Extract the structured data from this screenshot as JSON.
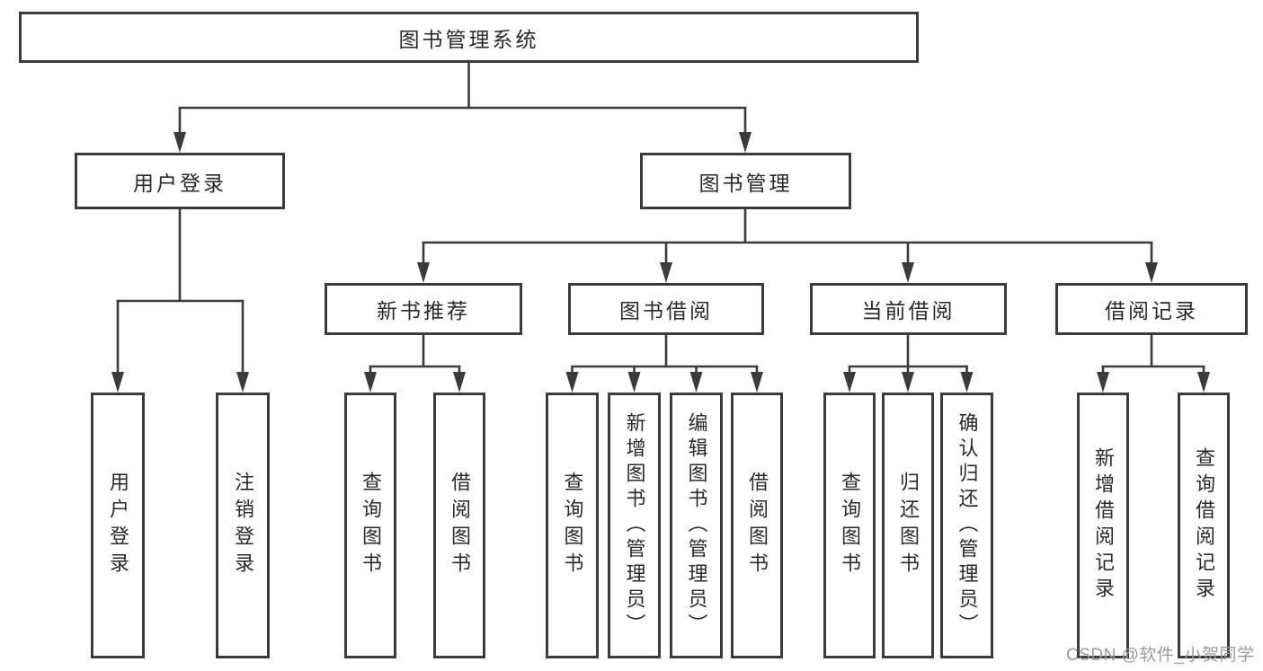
{
  "tree": {
    "root": "图书管理系统",
    "branches": [
      {
        "label": "用户登录",
        "children": [
          "用户登录",
          "注销登录"
        ]
      },
      {
        "label": "图书管理",
        "children": [
          {
            "label": "新书推荐",
            "children": [
              "查询图书",
              "借阅图书"
            ]
          },
          {
            "label": "图书借阅",
            "children": [
              "查询图书",
              "新增图书（管理员）",
              "编辑图书（管理员）",
              "借阅图书"
            ]
          },
          {
            "label": "当前借阅",
            "children": [
              "查询图书",
              "归还图书",
              "确认归还（管理员）"
            ]
          },
          {
            "label": "借阅记录",
            "children": [
              "新增借阅记录",
              "查询借阅记录"
            ]
          }
        ]
      }
    ]
  },
  "watermark": "CSDN @软件_小贺同学",
  "colors": {
    "line": "#3b3b3b",
    "box_border": "#3b3b3b",
    "text": "#2a2a2a",
    "watermark": "#9c9c9c",
    "background": "#ffffff"
  }
}
